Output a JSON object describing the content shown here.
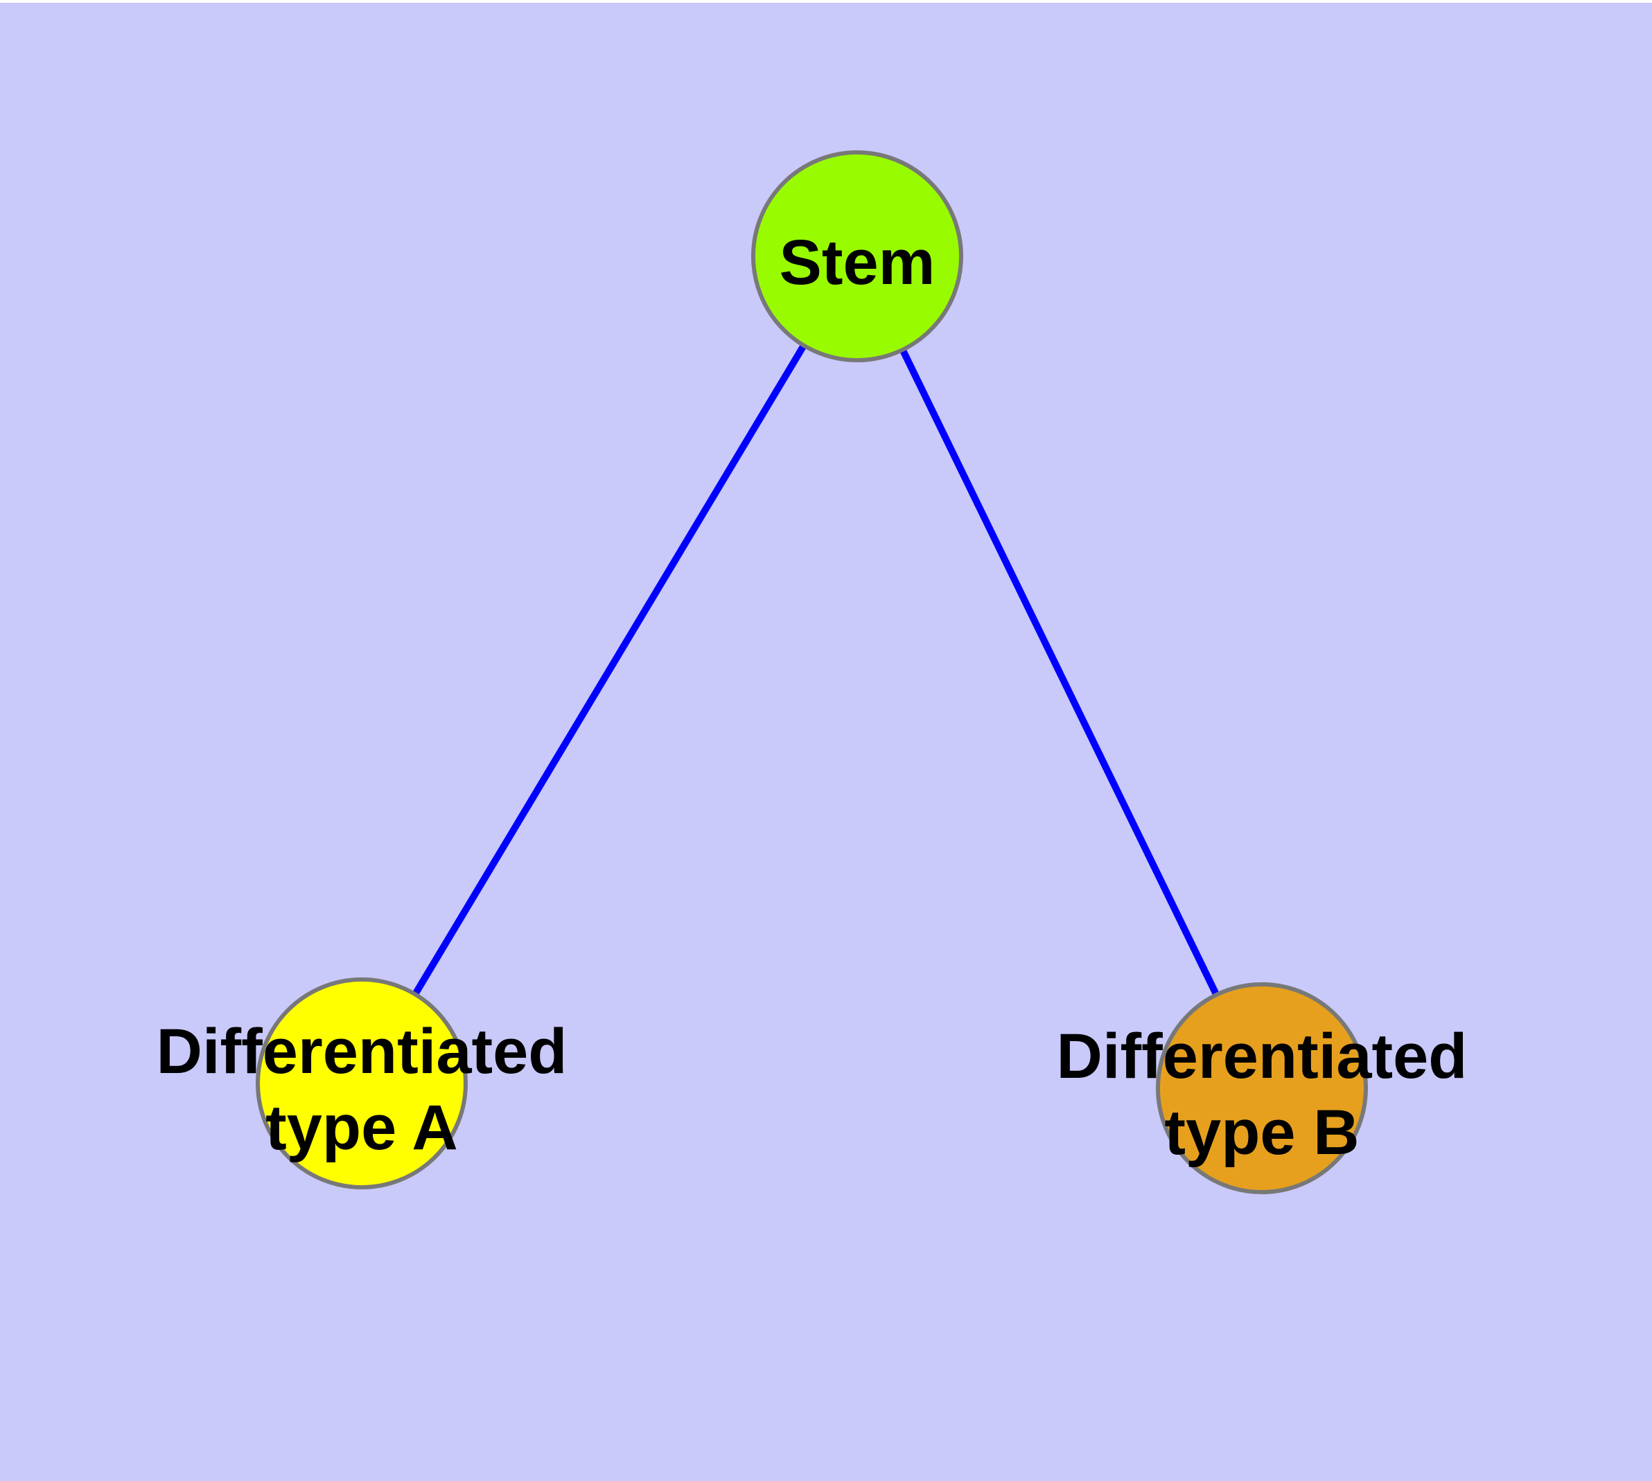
{
  "diagram": {
    "background_color": "#c9c9fa",
    "text_color": "#000000",
    "edge_color": "#0000ff",
    "node_border_color": "#787878",
    "nodes": [
      {
        "id": "stem",
        "label": "Stem",
        "fill_color": "#99fb00"
      },
      {
        "id": "differentiated-type-a",
        "label_line1": "Differentiated",
        "label_line2": "type A",
        "fill_color": "#ffff00"
      },
      {
        "id": "differentiated-type-b",
        "label_line1": "Differentiated",
        "label_line2": "type B",
        "fill_color": "#e6a01e"
      }
    ],
    "edges": [
      {
        "from": "stem",
        "to": "differentiated-type-a"
      },
      {
        "from": "stem",
        "to": "differentiated-type-b"
      }
    ]
  }
}
